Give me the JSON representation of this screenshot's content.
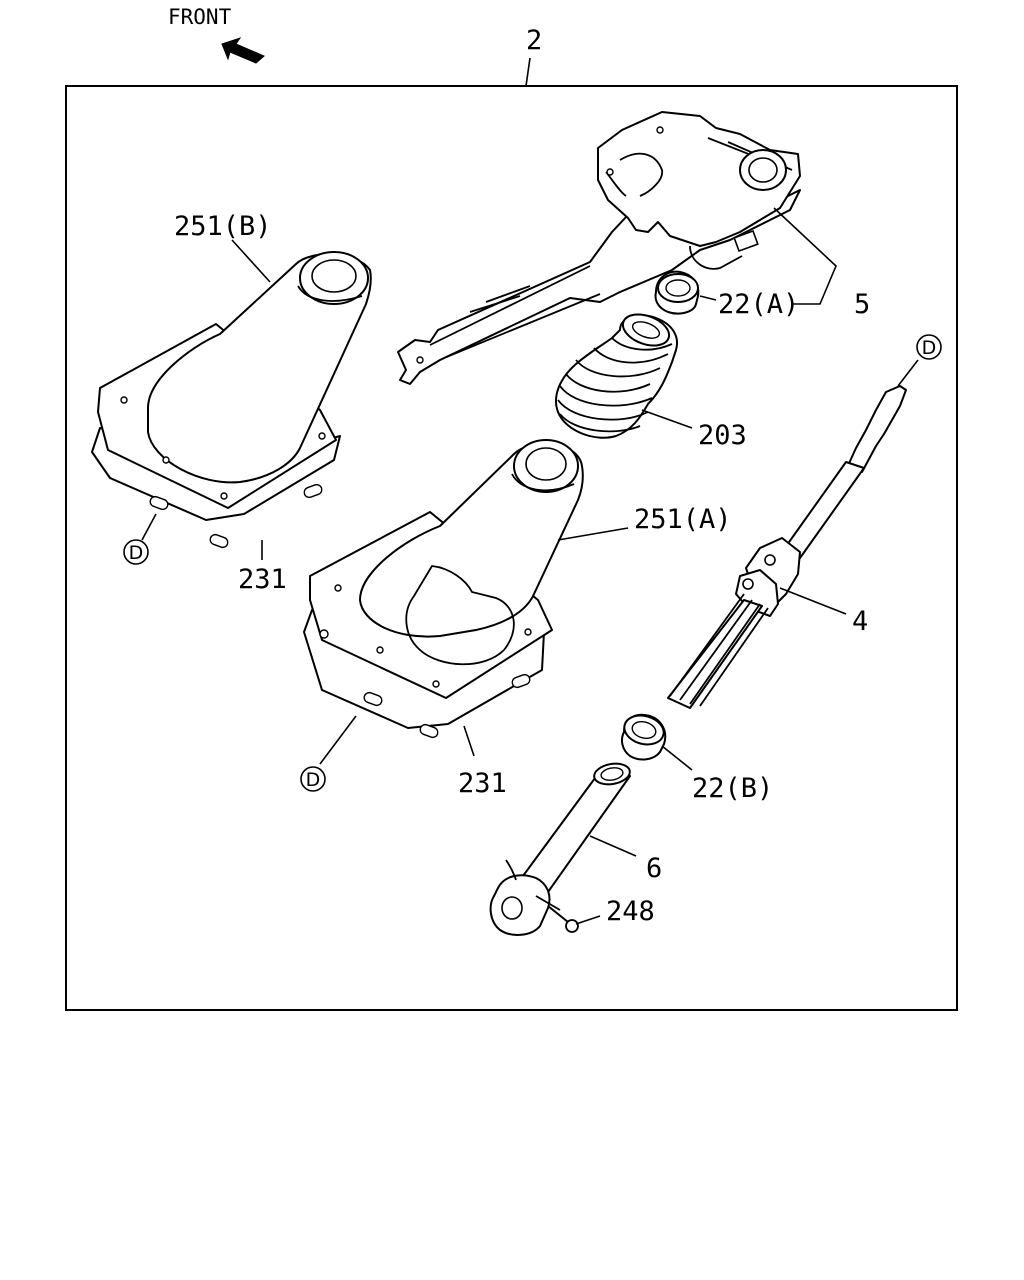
{
  "header": {
    "front_label": "FRONT"
  },
  "assembly_label": "2",
  "callouts": {
    "bracket": "5",
    "bushing_a": "22(A)",
    "boot": "203",
    "shaft": "4",
    "boot_b": "251(B)",
    "boot_a": "251(A)",
    "plate_left": "231",
    "plate_right": "231",
    "bushing_b": "22(B)",
    "tube": "6",
    "bolt": "248"
  },
  "reference_marks": {
    "d_shaft": "D",
    "d_left": "D",
    "d_right": "D"
  }
}
